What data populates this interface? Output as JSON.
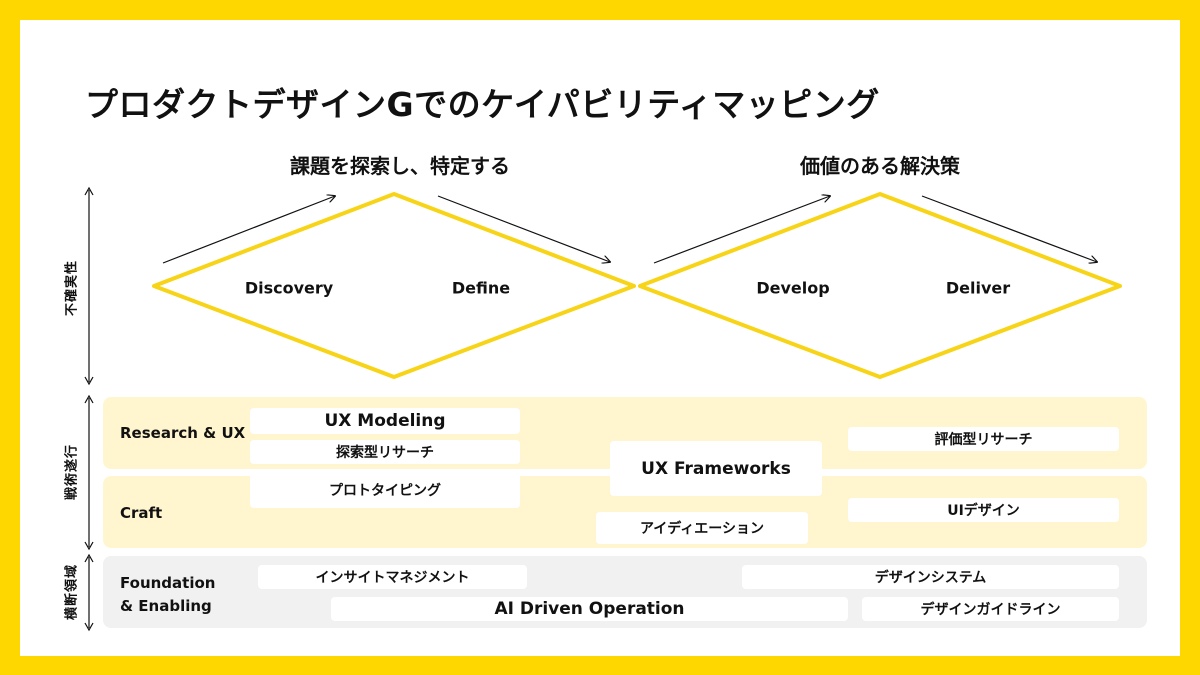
{
  "title": "プロダクトデザインGでのケイパビリティマッピング",
  "phases": {
    "problem": "課題を探索し、特定する",
    "solution": "価値のある解決策"
  },
  "diamonds": {
    "discovery": "Discovery",
    "define": "Define",
    "develop": "Develop",
    "deliver": "Deliver"
  },
  "axis_labels": {
    "uncertainty": "不確実性",
    "tactical": "戦術遂行",
    "cross": "横断領域"
  },
  "rows": {
    "research": "Research & UX",
    "craft": "Craft",
    "foundation_line1": "Foundation",
    "foundation_line2": "& Enabling"
  },
  "capabilities": {
    "ux_modeling": "UX Modeling",
    "exploratory_research": "探索型リサーチ",
    "prototyping": "プロトタイピング",
    "ux_frameworks": "UX Frameworks",
    "ideation": "アイディエーション",
    "evaluative_research": "評価型リサーチ",
    "ui_design": "UIデザイン",
    "insight_management": "インサイトマネジメント",
    "design_system": "デザインシステム",
    "ai_driven_operation": "AI Driven Operation",
    "design_guideline": "デザインガイドライン"
  },
  "colors": {
    "frame": "#FFD700",
    "diamond_stroke": "#F7D417",
    "band_yellow": "#FFF6D0",
    "band_gray": "#F1F1F1"
  }
}
